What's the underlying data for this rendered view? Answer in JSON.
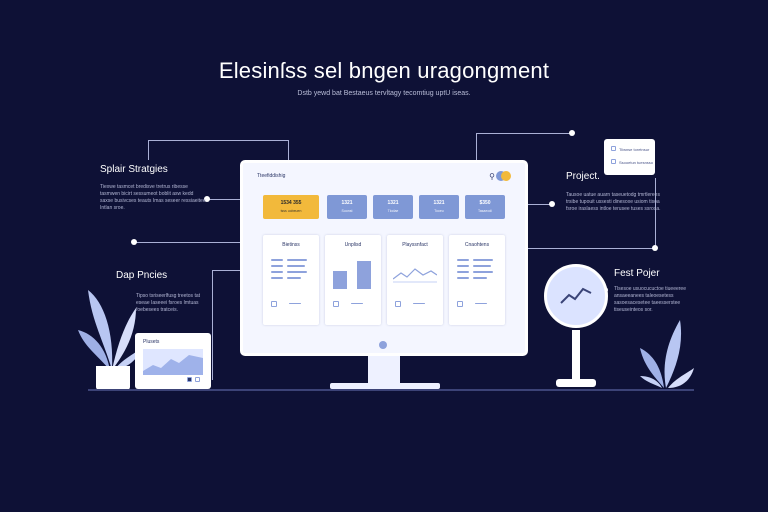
{
  "header": {
    "title": "Elesinſss sel bngen uragongment",
    "subtitle": "Dstb yewd bat Bestaeus tervltagy tecomtiug uptU iseas."
  },
  "left_top": {
    "heading": "Splair Stratgies",
    "text": "Tiexwe tasmcet bredisve tretrus ribesse tasmwen bicirt sessumeot boblit asw kedd saxse busivcses teauts Imas seseer ressiaeitee Intlan sroe."
  },
  "left_bottom": {
    "heading": "Dap Pncies",
    "text": "Tipso tsriseerlfusg treetos tat eseae Iaseeei fsroes Imtuas foebesees tratceis."
  },
  "right_top": {
    "heading": "Project.",
    "text": "Tausoe uatue auarn taseuetodg tmrtlerees trsibe tupouit ussesti dinesoxe usiom tisoa fsroe iraslaess intloe terusee tuses ssrosa."
  },
  "right_bottom": {
    "heading": "Fest Pojer",
    "text": "Tlsesoe usuocucuctoe tiueeeree ansaeeanees taleoesetess sasoesacesetee taeesserstee tiseuseinteos sor."
  },
  "project_card": {
    "row1": "Tiiwnse toretnsur",
    "row2": "Ssooetun tuesnsso"
  },
  "mini_card": {
    "title": "Plusets"
  },
  "screen": {
    "brand": "Tteefiddishig",
    "search_icon": "⚲",
    "kpis": [
      {
        "value": "1534 355",
        "label": "tsss uobeuen",
        "color": "#f2b93b"
      },
      {
        "value": "1321",
        "label": "Suonst",
        "color": "#7f98d6"
      },
      {
        "value": "1321",
        "label": "Tlodae",
        "color": "#7f98d6"
      },
      {
        "value": "1321",
        "label": "Tooeu",
        "color": "#7f98d6"
      },
      {
        "value": "$350",
        "label": "Tasaeodi",
        "color": "#7f98d6"
      }
    ],
    "cards": [
      {
        "title": "Bietinss"
      },
      {
        "title": "Unplisd"
      },
      {
        "title": "Playssnfact"
      },
      {
        "title": "Cnaohtens"
      }
    ]
  },
  "colors": {
    "background": "#0e1136",
    "accent_yellow": "#f2b93b",
    "accent_blue": "#7f98d6",
    "screen_bg": "#f4f6ff"
  }
}
